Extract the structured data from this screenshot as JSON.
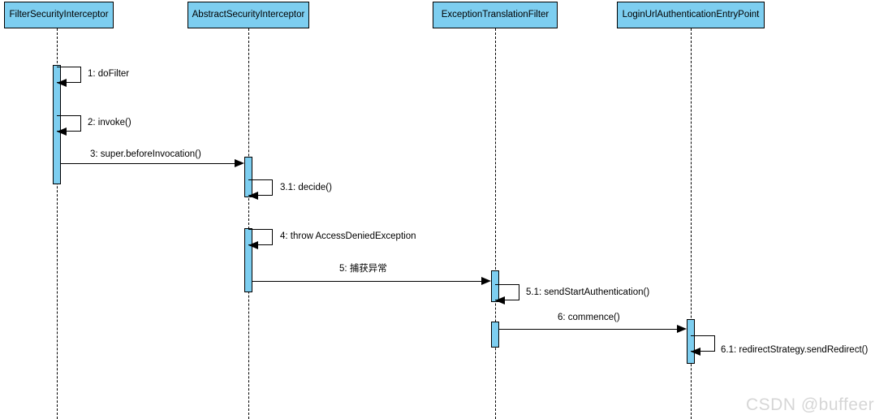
{
  "diagram": {
    "type": "uml-sequence-diagram",
    "background_color": "#ffffff",
    "participant_fill_color": "#7DCEF0",
    "participant_border_color": "#000000",
    "activation_fill_color": "#7DCEF0",
    "line_color": "#000000",
    "watermark": "CSDN @buffeer",
    "watermark_color": "#d6d6d6"
  },
  "participants": [
    {
      "id": "p1",
      "label": "FilterSecurityInterceptor"
    },
    {
      "id": "p2",
      "label": "AbstractSecurityInterceptor"
    },
    {
      "id": "p3",
      "label": "ExceptionTranslationFilter"
    },
    {
      "id": "p4",
      "label": "LoginUrlAuthenticationEntryPoint"
    }
  ],
  "messages": [
    {
      "seq": "1",
      "label": "1: doFilter",
      "from": "p1",
      "to": "p1",
      "kind": "self"
    },
    {
      "seq": "2",
      "label": "2: invoke()",
      "from": "p1",
      "to": "p1",
      "kind": "self"
    },
    {
      "seq": "3",
      "label": "3: super.beforeInvocation()",
      "from": "p1",
      "to": "p2",
      "kind": "call"
    },
    {
      "seq": "3.1",
      "label": "3.1: decide()",
      "from": "p2",
      "to": "p2",
      "kind": "self"
    },
    {
      "seq": "4",
      "label": "4: throw AccessDeniedException",
      "from": "p2",
      "to": "p2",
      "kind": "self"
    },
    {
      "seq": "5",
      "label": "5: 捕获异常",
      "from": "p2",
      "to": "p3",
      "kind": "call"
    },
    {
      "seq": "5.1",
      "label": "5.1: sendStartAuthentication()",
      "from": "p3",
      "to": "p3",
      "kind": "self"
    },
    {
      "seq": "6",
      "label": "6: commence()",
      "from": "p3",
      "to": "p4",
      "kind": "call"
    },
    {
      "seq": "6.1",
      "label": "6.1: redirectStrategy.sendRedirect()",
      "from": "p4",
      "to": "p4",
      "kind": "self"
    }
  ]
}
